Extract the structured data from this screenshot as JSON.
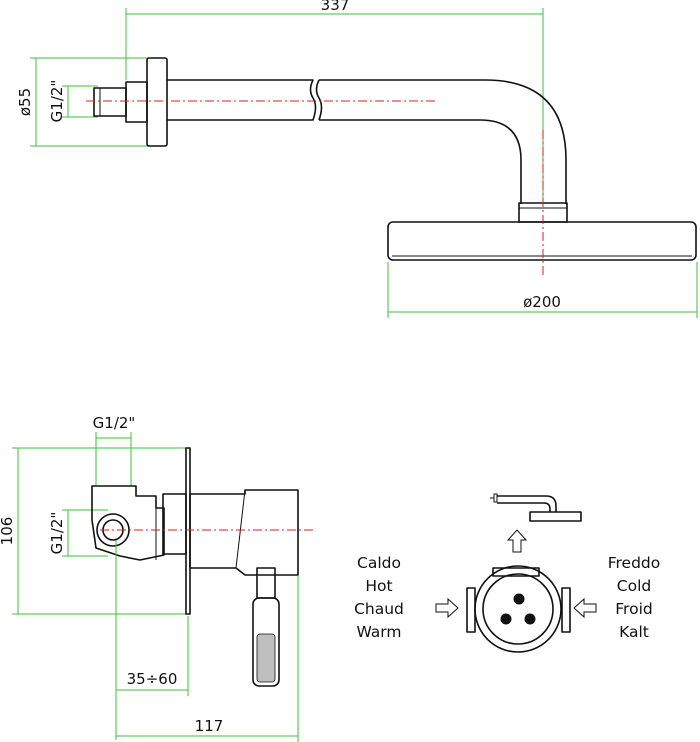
{
  "shower_arm": {
    "length_label": "337",
    "flange_diameter_label": "ø55",
    "thread_label": "G1/2\"",
    "head_diameter_label": "ø200"
  },
  "mixer": {
    "top_thread_label": "G1/2\"",
    "height_label": "106",
    "side_thread_label": "G1/2\"",
    "depth_range_label": "35÷60",
    "total_depth_label": "117"
  },
  "flow_diagram": {
    "hot_labels": [
      "Caldo",
      "Hot",
      "Chaud",
      "Warm"
    ],
    "cold_labels": [
      "Freddo",
      "Cold",
      "Froid",
      "Kalt"
    ]
  },
  "colors": {
    "dimension_lines": "#3cbf3c",
    "center_lines": "#d42020",
    "outlines": "#111111"
  }
}
